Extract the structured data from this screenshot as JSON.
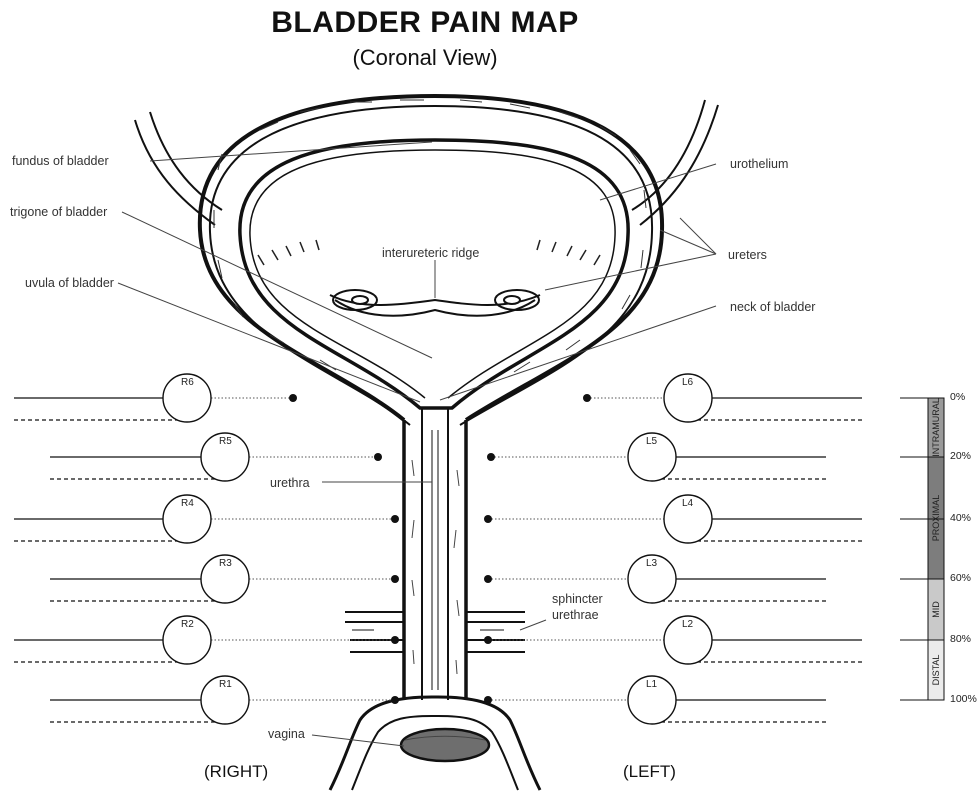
{
  "header": {
    "title": "BLADDER PAIN MAP",
    "subtitle": "(Coronal View)"
  },
  "labels": {
    "fundus": "fundus of bladder",
    "trigone": "trigone of bladder",
    "uvula": "uvula of bladder",
    "urothelium": "urothelium",
    "ureters": "ureters",
    "ridge": "interureteric ridge",
    "neck": "neck of bladder",
    "urethra": "urethra",
    "sphincter_line1": "sphincter",
    "sphincter_line2": "urethrae",
    "vagina": "vagina"
  },
  "sides": {
    "right": "(RIGHT)",
    "left": "(LEFT)"
  },
  "right_circles": [
    "R6",
    "R5",
    "R4",
    "R3",
    "R2",
    "R1"
  ],
  "left_circles": [
    "L6",
    "L5",
    "L4",
    "L3",
    "L2",
    "L1"
  ],
  "scale": {
    "percents": [
      "0%",
      "20%",
      "40%",
      "60%",
      "80%",
      "100%"
    ],
    "zones": [
      {
        "name": "INTRAMURAL",
        "color": "#9a9a9a"
      },
      {
        "name": "PROXIMAL",
        "color": "#7d7d7d"
      },
      {
        "name": "MID",
        "color": "#c9c9c9"
      },
      {
        "name": "DISTAL",
        "color": "#ebebeb"
      }
    ]
  }
}
